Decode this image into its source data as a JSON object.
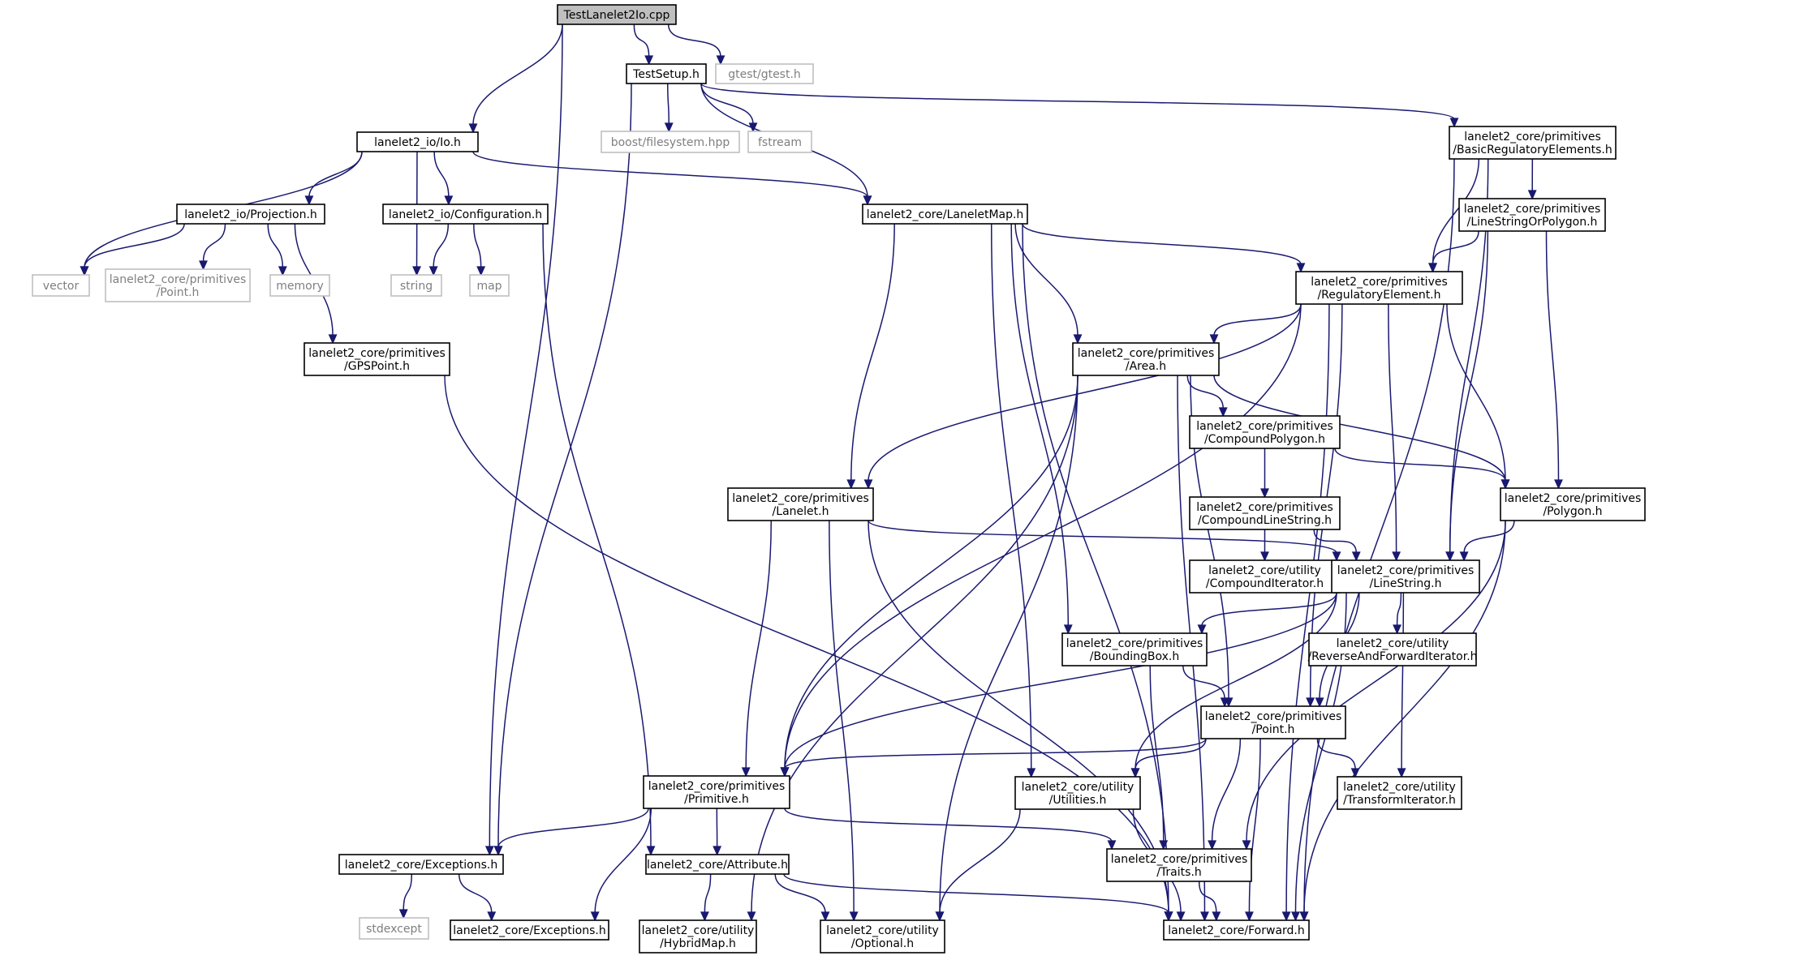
{
  "graph": {
    "accent": "#191970",
    "root_fill": "#bfbfbf",
    "external_border": "#bfbfbf",
    "nodes": [
      {
        "id": "n0",
        "lines": [
          "TestLanelet2Io.cpp"
        ],
        "style": "root"
      },
      {
        "id": "n1",
        "lines": [
          "TestSetup.h"
        ],
        "style": "local"
      },
      {
        "id": "n2",
        "lines": [
          "gtest/gtest.h"
        ],
        "style": "external"
      },
      {
        "id": "n3",
        "lines": [
          "lanelet2_io/Io.h"
        ],
        "style": "local"
      },
      {
        "id": "n4",
        "lines": [
          "boost/filesystem.hpp"
        ],
        "style": "external"
      },
      {
        "id": "n5",
        "lines": [
          "fstream"
        ],
        "style": "external"
      },
      {
        "id": "n6",
        "lines": [
          "lanelet2_core/primitives",
          "/BasicRegulatoryElements.h"
        ],
        "style": "local"
      },
      {
        "id": "n7",
        "lines": [
          "lanelet2_io/Projection.h"
        ],
        "style": "local"
      },
      {
        "id": "n8",
        "lines": [
          "lanelet2_io/Configuration.h"
        ],
        "style": "local"
      },
      {
        "id": "n9",
        "lines": [
          "lanelet2_core/LaneletMap.h"
        ],
        "style": "local"
      },
      {
        "id": "n10",
        "lines": [
          "lanelet2_core/primitives",
          "/LineStringOrPolygon.h"
        ],
        "style": "local"
      },
      {
        "id": "n11",
        "lines": [
          "vector"
        ],
        "style": "external"
      },
      {
        "id": "n12",
        "lines": [
          "lanelet2_core/primitives",
          "/Point.h"
        ],
        "style": "external"
      },
      {
        "id": "n13",
        "lines": [
          "memory"
        ],
        "style": "external"
      },
      {
        "id": "n14",
        "lines": [
          "string"
        ],
        "style": "external"
      },
      {
        "id": "n15",
        "lines": [
          "map"
        ],
        "style": "external"
      },
      {
        "id": "n16",
        "lines": [
          "lanelet2_core/primitives",
          "/RegulatoryElement.h"
        ],
        "style": "local"
      },
      {
        "id": "n17",
        "lines": [
          "lanelet2_core/primitives",
          "/GPSPoint.h"
        ],
        "style": "local"
      },
      {
        "id": "n18",
        "lines": [
          "lanelet2_core/primitives",
          "/Area.h"
        ],
        "style": "local"
      },
      {
        "id": "n19",
        "lines": [
          "lanelet2_core/primitives",
          "/CompoundPolygon.h"
        ],
        "style": "local"
      },
      {
        "id": "n20",
        "lines": [
          "lanelet2_core/primitives",
          "/Lanelet.h"
        ],
        "style": "local"
      },
      {
        "id": "n21",
        "lines": [
          "lanelet2_core/primitives",
          "/CompoundLineString.h"
        ],
        "style": "local"
      },
      {
        "id": "n22",
        "lines": [
          "lanelet2_core/primitives",
          "/Polygon.h"
        ],
        "style": "local"
      },
      {
        "id": "n23",
        "lines": [
          "lanelet2_core/utility",
          "/CompoundIterator.h"
        ],
        "style": "local"
      },
      {
        "id": "n24",
        "lines": [
          "lanelet2_core/primitives",
          "/LineString.h"
        ],
        "style": "local"
      },
      {
        "id": "n25",
        "lines": [
          "lanelet2_core/primitives",
          "/BoundingBox.h"
        ],
        "style": "local"
      },
      {
        "id": "n26",
        "lines": [
          "lanelet2_core/utility",
          "/ReverseAndForwardIterator.h"
        ],
        "style": "local"
      },
      {
        "id": "n27",
        "lines": [
          "lanelet2_core/primitives",
          "/Point.h"
        ],
        "style": "local"
      },
      {
        "id": "n28",
        "lines": [
          "lanelet2_core/primitives",
          "/Primitive.h"
        ],
        "style": "local"
      },
      {
        "id": "n29",
        "lines": [
          "lanelet2_core/utility",
          "/Utilities.h"
        ],
        "style": "local"
      },
      {
        "id": "n30",
        "lines": [
          "lanelet2_core/utility",
          "/TransformIterator.h"
        ],
        "style": "local"
      },
      {
        "id": "n31",
        "lines": [
          "lanelet2_core/Exceptions.h"
        ],
        "style": "local"
      },
      {
        "id": "n32",
        "lines": [
          "lanelet2_core/Attribute.h"
        ],
        "style": "local"
      },
      {
        "id": "n33",
        "lines": [
          "lanelet2_core/primitives",
          "/Traits.h"
        ],
        "style": "local"
      },
      {
        "id": "n34",
        "lines": [
          "stdexcept"
        ],
        "style": "external"
      },
      {
        "id": "n35",
        "lines": [
          "lanelet2_core/Exceptions.h"
        ],
        "style": "local"
      },
      {
        "id": "n36",
        "lines": [
          "lanelet2_core/utility",
          "/HybridMap.h"
        ],
        "style": "local"
      },
      {
        "id": "n37",
        "lines": [
          "lanelet2_core/utility",
          "/Optional.h"
        ],
        "style": "local"
      },
      {
        "id": "n38",
        "lines": [
          "lanelet2_core/Forward.h"
        ],
        "style": "local"
      }
    ],
    "edges": [
      [
        "n0",
        "n1"
      ],
      [
        "n0",
        "n2"
      ],
      [
        "n0",
        "n3"
      ],
      [
        "n0",
        "n31"
      ],
      [
        "n1",
        "n4"
      ],
      [
        "n1",
        "n5"
      ],
      [
        "n1",
        "n6"
      ],
      [
        "n1",
        "n9"
      ],
      [
        "n1",
        "n31"
      ],
      [
        "n3",
        "n7"
      ],
      [
        "n3",
        "n8"
      ],
      [
        "n3",
        "n9"
      ],
      [
        "n3",
        "n11"
      ],
      [
        "n3",
        "n14"
      ],
      [
        "n7",
        "n11"
      ],
      [
        "n7",
        "n12"
      ],
      [
        "n7",
        "n13"
      ],
      [
        "n7",
        "n17"
      ],
      [
        "n8",
        "n14"
      ],
      [
        "n8",
        "n15"
      ],
      [
        "n8",
        "n32"
      ],
      [
        "n6",
        "n10"
      ],
      [
        "n6",
        "n16"
      ],
      [
        "n6",
        "n24"
      ],
      [
        "n6",
        "n38"
      ],
      [
        "n10",
        "n16"
      ],
      [
        "n10",
        "n22"
      ],
      [
        "n10",
        "n24"
      ],
      [
        "n9",
        "n16"
      ],
      [
        "n9",
        "n18"
      ],
      [
        "n9",
        "n20"
      ],
      [
        "n9",
        "n25"
      ],
      [
        "n9",
        "n29"
      ],
      [
        "n9",
        "n38"
      ],
      [
        "n16",
        "n18"
      ],
      [
        "n16",
        "n20"
      ],
      [
        "n16",
        "n22"
      ],
      [
        "n16",
        "n24"
      ],
      [
        "n16",
        "n27"
      ],
      [
        "n16",
        "n28"
      ],
      [
        "n16",
        "n38"
      ],
      [
        "n17",
        "n38"
      ],
      [
        "n18",
        "n19"
      ],
      [
        "n18",
        "n22"
      ],
      [
        "n18",
        "n27"
      ],
      [
        "n18",
        "n28"
      ],
      [
        "n18",
        "n36"
      ],
      [
        "n18",
        "n37"
      ],
      [
        "n18",
        "n38"
      ],
      [
        "n19",
        "n21"
      ],
      [
        "n19",
        "n22"
      ],
      [
        "n21",
        "n23"
      ],
      [
        "n21",
        "n24"
      ],
      [
        "n22",
        "n24"
      ],
      [
        "n22",
        "n33"
      ],
      [
        "n22",
        "n38"
      ],
      [
        "n20",
        "n24"
      ],
      [
        "n20",
        "n28"
      ],
      [
        "n20",
        "n37"
      ],
      [
        "n20",
        "n38"
      ],
      [
        "n24",
        "n25"
      ],
      [
        "n24",
        "n26"
      ],
      [
        "n24",
        "n27"
      ],
      [
        "n24",
        "n28"
      ],
      [
        "n24",
        "n29"
      ],
      [
        "n24",
        "n30"
      ],
      [
        "n24",
        "n38"
      ],
      [
        "n25",
        "n27"
      ],
      [
        "n25",
        "n33"
      ],
      [
        "n27",
        "n28"
      ],
      [
        "n27",
        "n29"
      ],
      [
        "n27",
        "n30"
      ],
      [
        "n27",
        "n33"
      ],
      [
        "n27",
        "n38"
      ],
      [
        "n28",
        "n31"
      ],
      [
        "n28",
        "n32"
      ],
      [
        "n28",
        "n33"
      ],
      [
        "n28",
        "n35"
      ],
      [
        "n29",
        "n37"
      ],
      [
        "n29",
        "n38"
      ],
      [
        "n31",
        "n34"
      ],
      [
        "n31",
        "n35"
      ],
      [
        "n32",
        "n36"
      ],
      [
        "n32",
        "n37"
      ],
      [
        "n32",
        "n38"
      ],
      [
        "n33",
        "n38"
      ]
    ]
  }
}
